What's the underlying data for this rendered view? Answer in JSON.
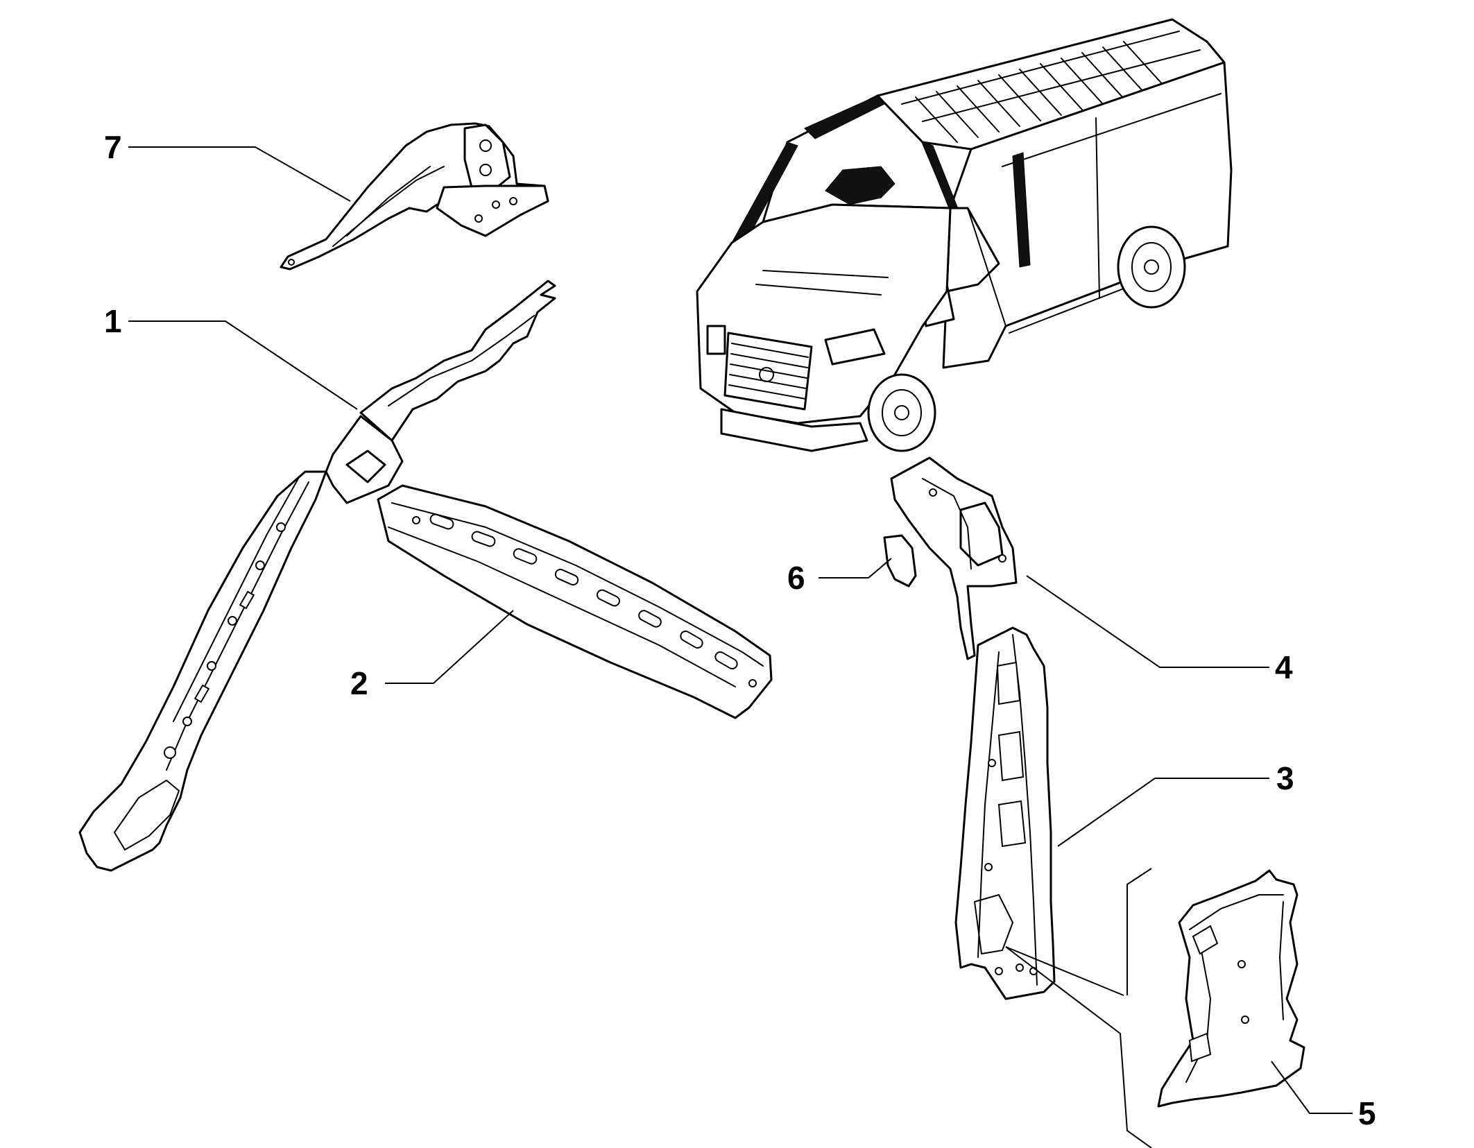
{
  "callouts": [
    {
      "id": "1",
      "label": "1"
    },
    {
      "id": "2",
      "label": "2"
    },
    {
      "id": "3",
      "label": "3"
    },
    {
      "id": "4",
      "label": "4"
    },
    {
      "id": "5",
      "label": "5"
    },
    {
      "id": "6",
      "label": "6"
    },
    {
      "id": "7",
      "label": "7"
    }
  ],
  "colors": {
    "line": "#000000",
    "background": "#ffffff",
    "highlight": "#111111"
  }
}
